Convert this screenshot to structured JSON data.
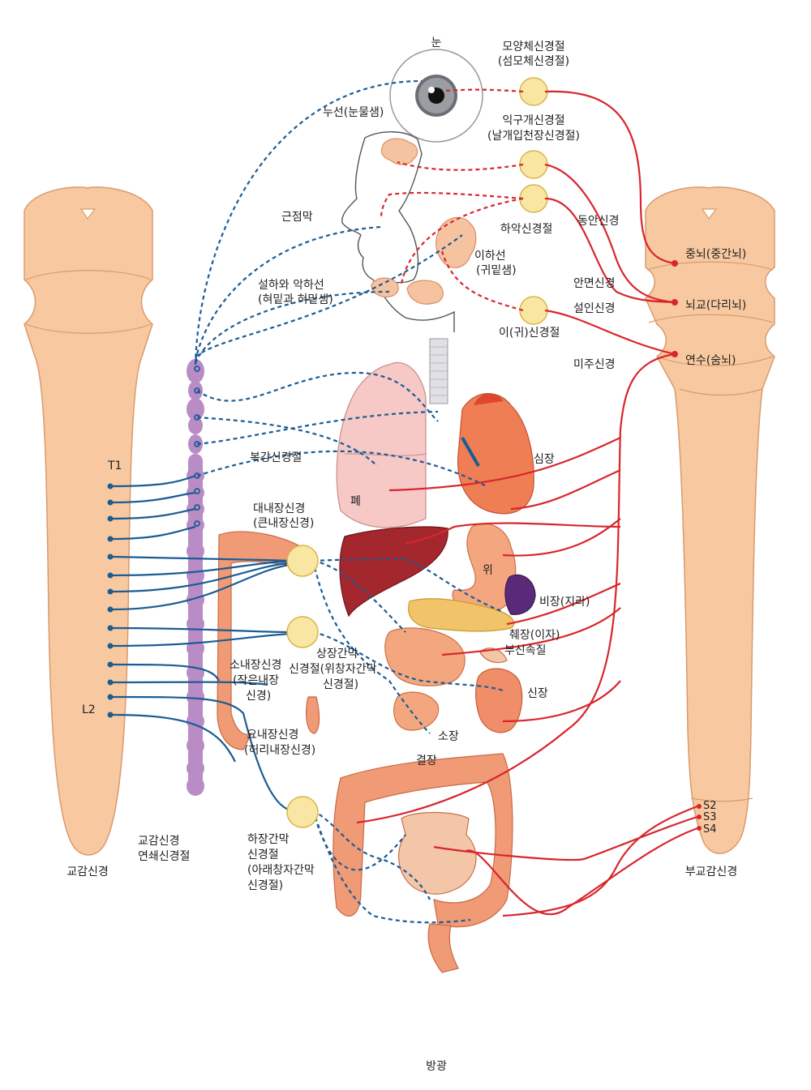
{
  "labels": {
    "eye": "눈",
    "ciliary_ganglion": "모양체신경절",
    "ciliary_ganglion_alt": "(섬모체신경절)",
    "lacrimal": "누선(눈물샘)",
    "pterygopalatine": "익구개신경절",
    "pterygopalatine_alt": "(날개입천장신경절)",
    "nasal_mucosa": "근점막",
    "submandibular_ganglion": "하악신경절",
    "oculomotor": "동안신경",
    "parotid": "이하선",
    "parotid_alt": "(귀밑샘)",
    "sublingual": "설하와 악하선",
    "sublingual_alt": "(혀밑과 혀밑샘)",
    "facial": "안면신경",
    "glossopharyngeal": "설인신경",
    "otic_ganglion": "이(귀)신경절",
    "vagus": "미주신경",
    "midbrain": "중뇌(중간뇌)",
    "pons": "뇌교(다리뇌)",
    "medulla": "연수(숨뇌)",
    "celiac_ganglion": "복강신경절",
    "heart": "심장",
    "lung": "폐",
    "T1": "T1",
    "greater_splanchnic": "대내장신경",
    "greater_splanchnic_alt": "(큰내장신경)",
    "stomach": "위",
    "spleen": "비장(지라)",
    "pancreas": "췌장(이자)",
    "adrenal": "부신속질",
    "lesser_splanchnic_1": "소내장신경",
    "lesser_splanchnic_2": "(작은내장",
    "lesser_splanchnic_3": "신경)",
    "superior_mesenteric_1": "상장간막",
    "superior_mesenteric_2": "신경절(위창자간막",
    "superior_mesenteric_3": "신경절)",
    "kidney": "신장",
    "L2": "L2",
    "lumbar_splanchnic": "요내장신경",
    "lumbar_splanchnic_alt": "(허리내장신경)",
    "small_intestine": "소장",
    "colon": "결장",
    "inferior_mesenteric_1": "하장간막",
    "inferior_mesenteric_2": "신경절",
    "inferior_mesenteric_3": "(아래창자간막",
    "inferior_mesenteric_4": "신경절)",
    "sympathetic_chain_1": "교감신경",
    "sympathetic_chain_2": "연쇄신경절",
    "sympathetic": "교감신경",
    "parasympathetic": "부교감신경",
    "S2": "S2",
    "S3": "S3",
    "S4": "S4",
    "bladder": "방광"
  },
  "colors": {
    "sympathetic": "#1b5c94",
    "parasympathetic": "#d8262c",
    "ganglion": "#f9e6a3",
    "spinal_cord": "#f8c9a0",
    "chain": "#b98cc6"
  }
}
